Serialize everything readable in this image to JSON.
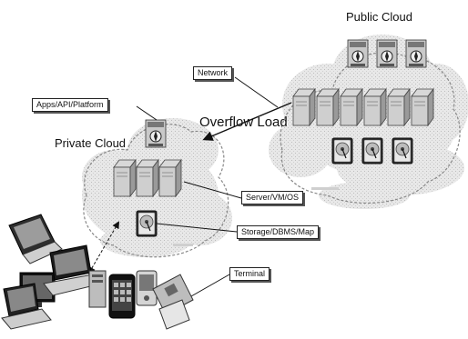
{
  "public_cloud": {
    "title": "Public Cloud"
  },
  "private_cloud": {
    "title": "Private Cloud"
  },
  "overflow_label": "Overflow Load",
  "callouts": {
    "network": "Network",
    "apps": "Apps/API/Platform",
    "server": "Server/VM/OS",
    "storage": "Storage/DBMS/Map",
    "terminal": "Terminal"
  }
}
